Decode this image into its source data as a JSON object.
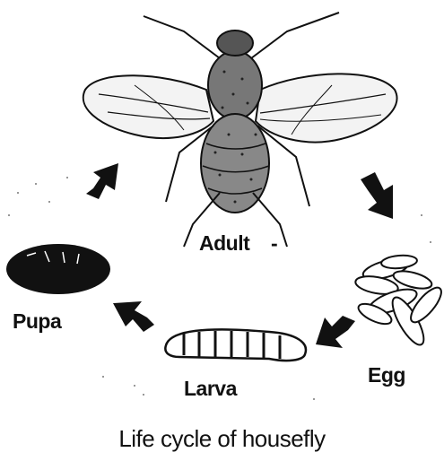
{
  "diagram": {
    "caption": "Life cycle of housefly",
    "stages": {
      "adult": "Adult",
      "adult_mark": "-",
      "pupa": "Pupa",
      "larva": "Larva",
      "egg": "Egg"
    },
    "colors": {
      "ink": "#111111",
      "background": "#ffffff"
    }
  }
}
